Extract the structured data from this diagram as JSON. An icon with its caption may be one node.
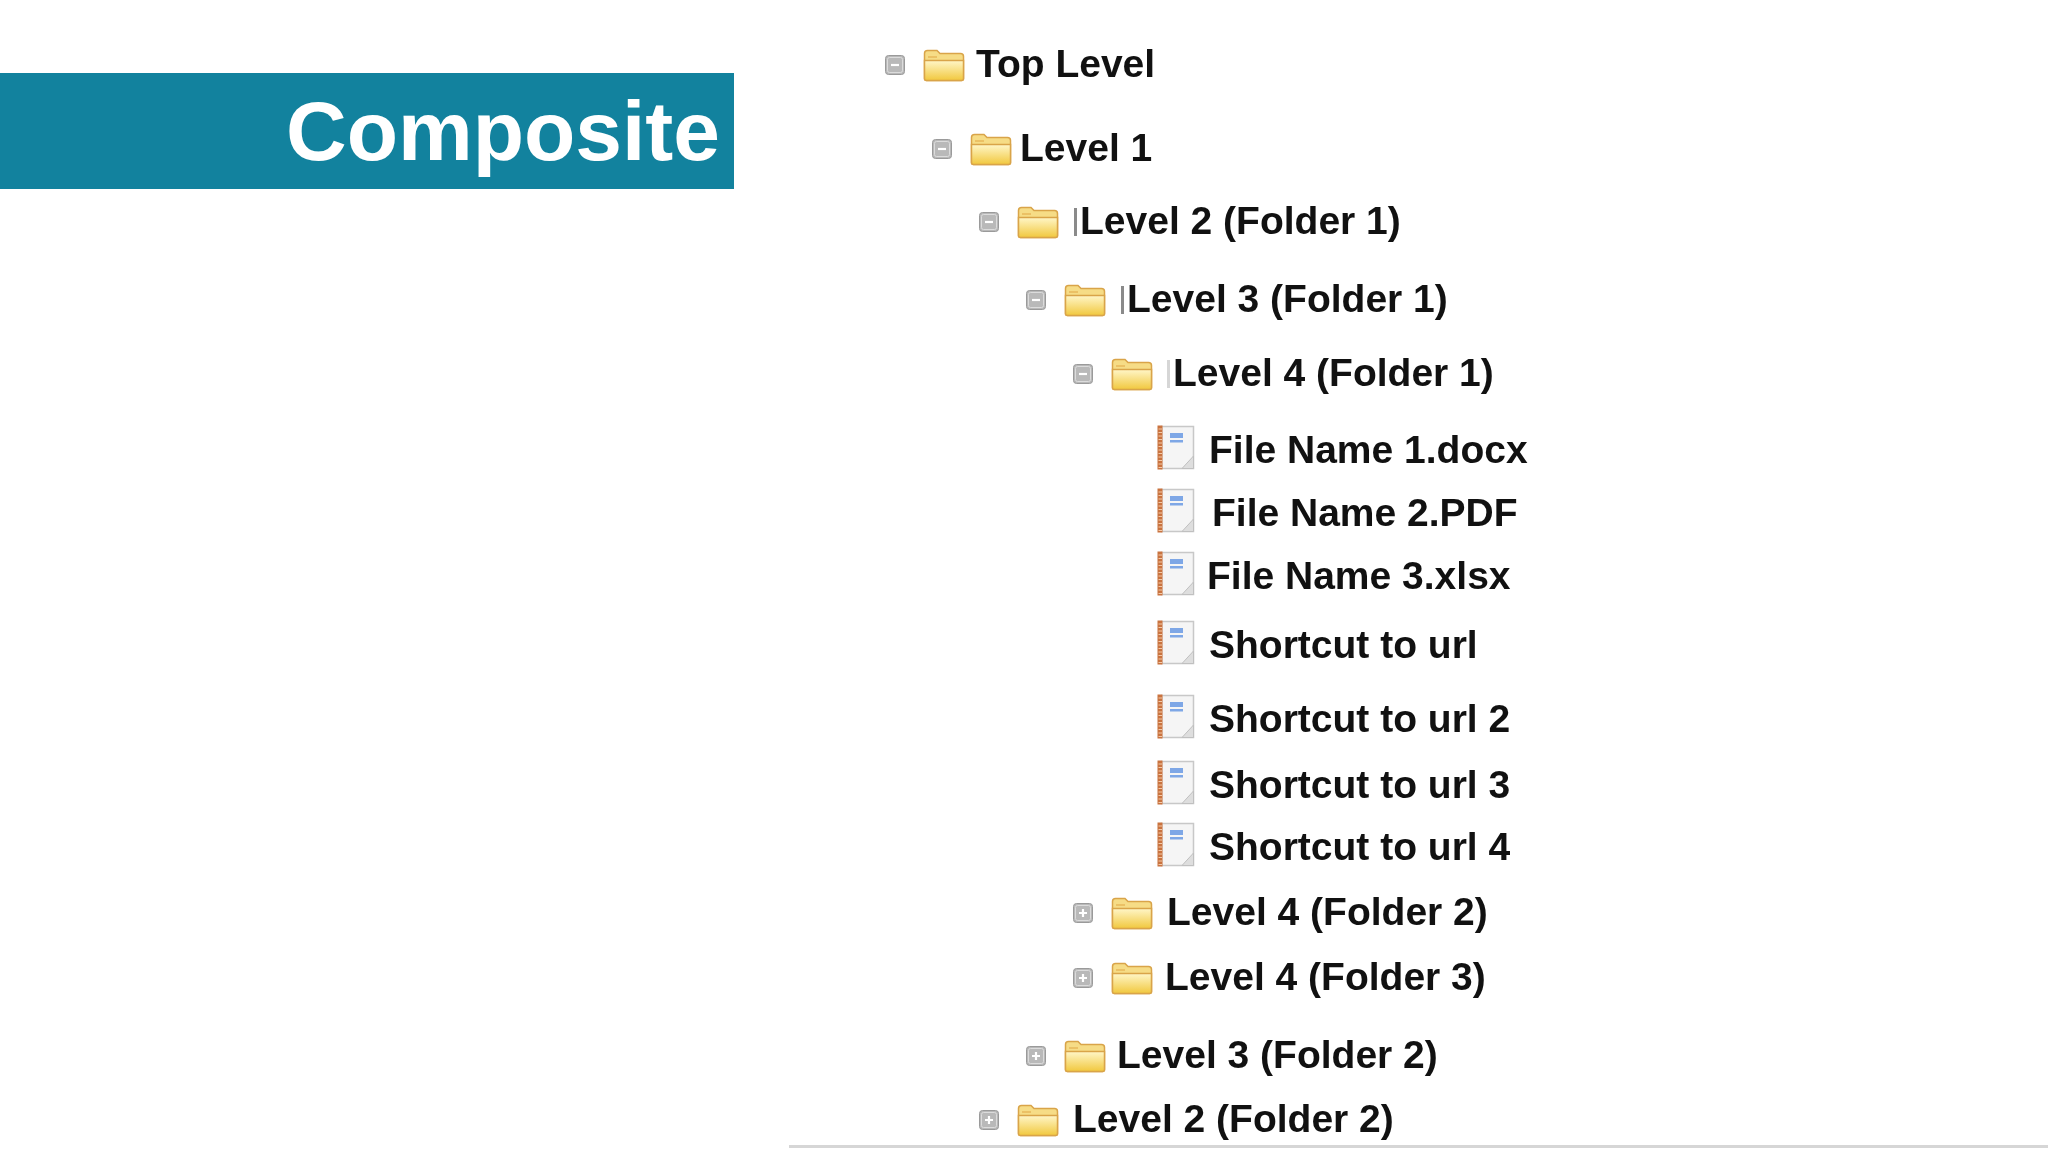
{
  "diagram": {
    "title": "Composite",
    "labels": [
      "Top Level",
      "Level 1",
      "Level 2 (Folder 1)",
      "Level 3 (Folder 1)",
      "Level 4 (Folder 1)",
      "File Name 1.docx",
      "File Name 2.PDF",
      "File Name 3.xlsx",
      "Shortcut to url",
      "Shortcut to url 2",
      "Shortcut to url 3",
      "Shortcut to url 4",
      "Level 4 (Folder 2)",
      "Level 4 (Folder 3)",
      "Level 3 (Folder 2)",
      "Level 2 (Folder 2)"
    ]
  }
}
